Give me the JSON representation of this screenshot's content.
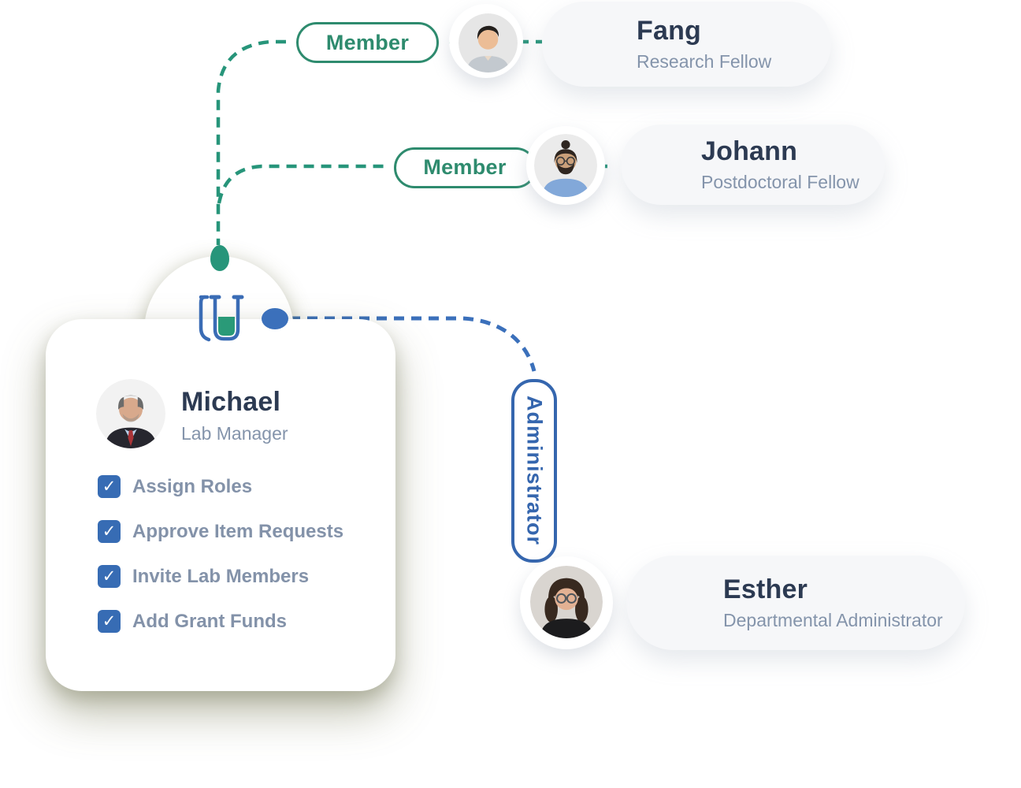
{
  "lab_card": {
    "manager": {
      "name": "Michael",
      "role": "Lab Manager"
    },
    "permissions": [
      {
        "label": "Assign Roles",
        "checked": true
      },
      {
        "label": "Approve Item Requests",
        "checked": true
      },
      {
        "label": "Invite Lab Members",
        "checked": true
      },
      {
        "label": "Add Grant Funds",
        "checked": true
      }
    ]
  },
  "members": [
    {
      "name": "Fang",
      "role": "Research Fellow",
      "badge": "Member"
    },
    {
      "name": "Johann",
      "role": "Postdoctoral Fellow",
      "badge": "Member"
    }
  ],
  "administrator": {
    "name": "Esther",
    "role": "Departmental Administrator",
    "badge": "Administrator"
  },
  "glyphs": {
    "check": "✓"
  },
  "icons": {
    "logo": "lab-beaker-icon"
  },
  "colors": {
    "member_green": "#2e8b6e",
    "connector_green": "#27957a",
    "connector_blue": "#3b70bb",
    "admin_blue": "#3566ae",
    "checkbox_blue": "#376cb4",
    "beaker_blue": "#3a6cb5",
    "liquid_green": "#2a9a78",
    "name_text": "#2c3a52",
    "role_text": "#8494ab",
    "permission_text": "#8392a9",
    "pill_background": "#f6f7f9"
  }
}
